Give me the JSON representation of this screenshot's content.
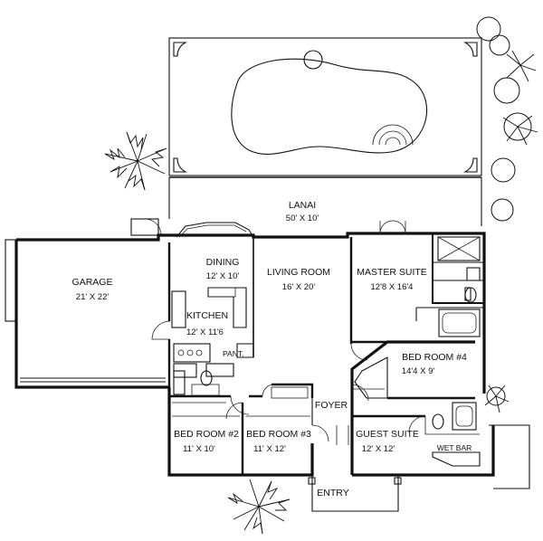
{
  "rooms": {
    "lanai": {
      "name": "LANAI",
      "dim": "50' X 10'"
    },
    "garage": {
      "name": "GARAGE",
      "dim": "21' X 22'"
    },
    "dining": {
      "name": "DINING",
      "dim": "12' X 10'"
    },
    "living": {
      "name": "LIVING ROOM",
      "dim": "16' X 20'"
    },
    "master": {
      "name": "MASTER SUITE",
      "dim": "12'8 X 16'4"
    },
    "kitchen": {
      "name": "KITCHEN",
      "dim": "12' X 11'6"
    },
    "pantry": {
      "name": "PANT."
    },
    "bed4": {
      "name": "BED ROOM #4",
      "dim": "14'4 X 9'"
    },
    "foyer": {
      "name": "FOYER"
    },
    "bed2": {
      "name": "BED ROOM #2",
      "dim": "11' X 10'"
    },
    "bed3": {
      "name": "BED ROOM #3",
      "dim": "11' X 12'"
    },
    "guest": {
      "name": "GUEST SUITE",
      "dim": "12' X 12'"
    },
    "wetbar": {
      "name": "WET BAR"
    },
    "entry": {
      "name": "ENTRY"
    }
  },
  "colors": {
    "line": "#111111",
    "background": "#ffffff"
  }
}
